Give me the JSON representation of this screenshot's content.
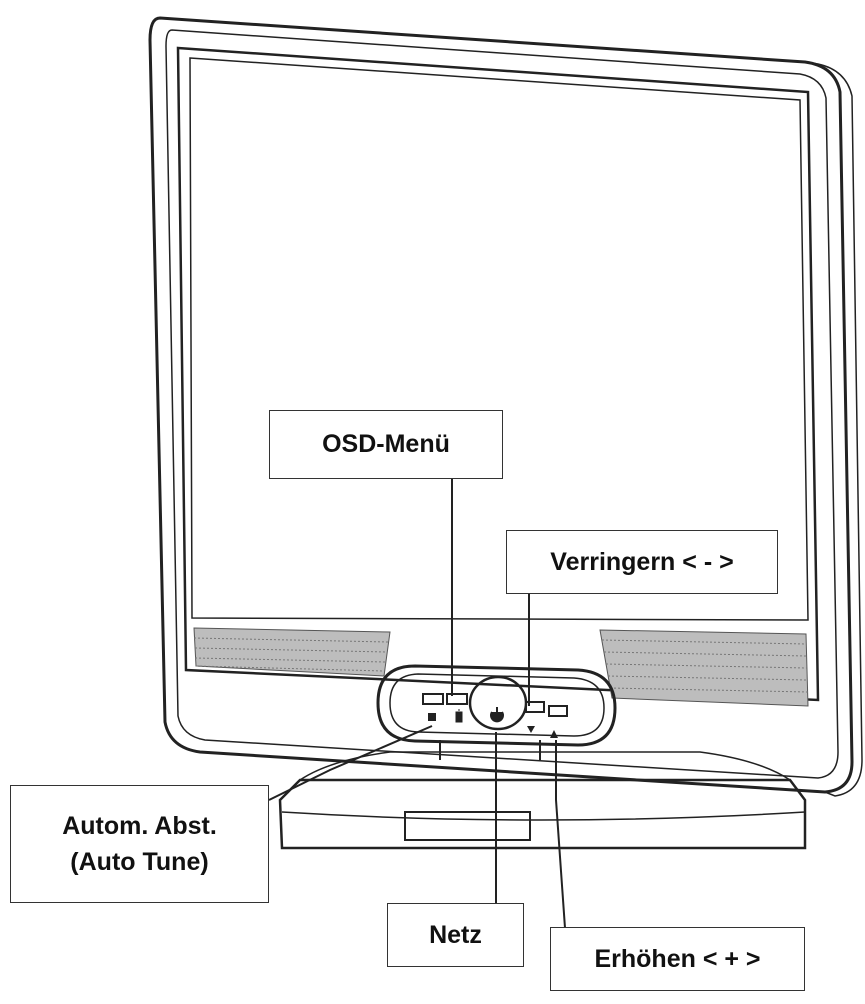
{
  "callouts": {
    "osd_menu": "OSD-Menü",
    "decrease": "Verringern < - >",
    "auto_adjust_line1": "Autom. Abst.",
    "auto_adjust_line2": "(Auto Tune)",
    "power": "Netz",
    "increase": "Erhöhen < + >"
  },
  "icons": [
    "square-icon",
    "auto-tune-icon",
    "power-icon",
    "down-arrow-icon",
    "up-arrow-icon"
  ],
  "colors": {
    "line": "#222222",
    "background": "#ffffff"
  }
}
